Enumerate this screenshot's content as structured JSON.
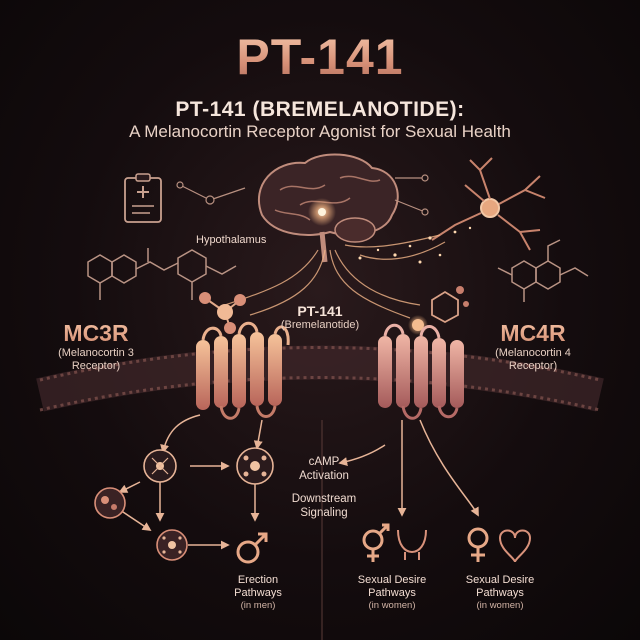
{
  "header": {
    "title": "PT-141",
    "subtitle_line1": "PT-141 (BREMELANOTIDE):",
    "subtitle_line2": "A Melanocortin Receptor Agonist for Sexual Health"
  },
  "brain": {
    "label": "Hypothalamus"
  },
  "drug": {
    "name": "PT-141",
    "alias": "(Bremelanotide)"
  },
  "receptors": {
    "left": {
      "name": "MC3R",
      "line1": "(Melanocortin 3",
      "line2": "Receptor)"
    },
    "right": {
      "name": "MC4R",
      "line1": "(Melanocortin 4",
      "line2": "Receptor)"
    }
  },
  "signaling": {
    "line1": "cAMP",
    "line2": "Activation",
    "line3": "Downstream",
    "line4": "Signaling"
  },
  "pathways": [
    {
      "title_line1": "Erection",
      "title_line2": "Pathways",
      "audience": "(in men)",
      "icon": "male-symbol-icon"
    },
    {
      "title_line1": "Sexual Desire",
      "title_line2": "Pathways",
      "audience": "(in women)",
      "icon": "female-male-symbol-icon"
    },
    {
      "title_line1": "Sexual Desire",
      "title_line2": "Pathways",
      "audience": "(in women)",
      "icon": "female-symbol-icon"
    }
  ],
  "colors": {
    "accent": "#e8a07f",
    "glow": "#f5b98f",
    "background": "#140c0e",
    "membrane": "#4a2f30"
  }
}
